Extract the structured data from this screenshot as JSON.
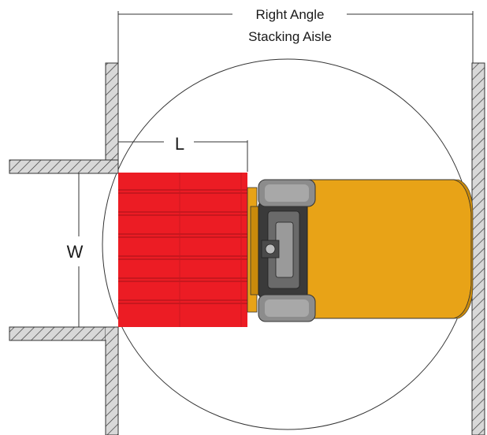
{
  "labels": {
    "aisle_line1": "Right Angle",
    "aisle_line2": "Stacking Aisle",
    "length": "L",
    "width": "W"
  },
  "colors": {
    "load": "#ec1c24",
    "load_dark": "#b3141a",
    "truck_body": "#e8a317",
    "truck_shadow": "#c98a0c",
    "tire": "#8c8c8c",
    "tire_dark": "#5a5a5a",
    "wall": "#9b9b9b",
    "line": "#333333"
  }
}
